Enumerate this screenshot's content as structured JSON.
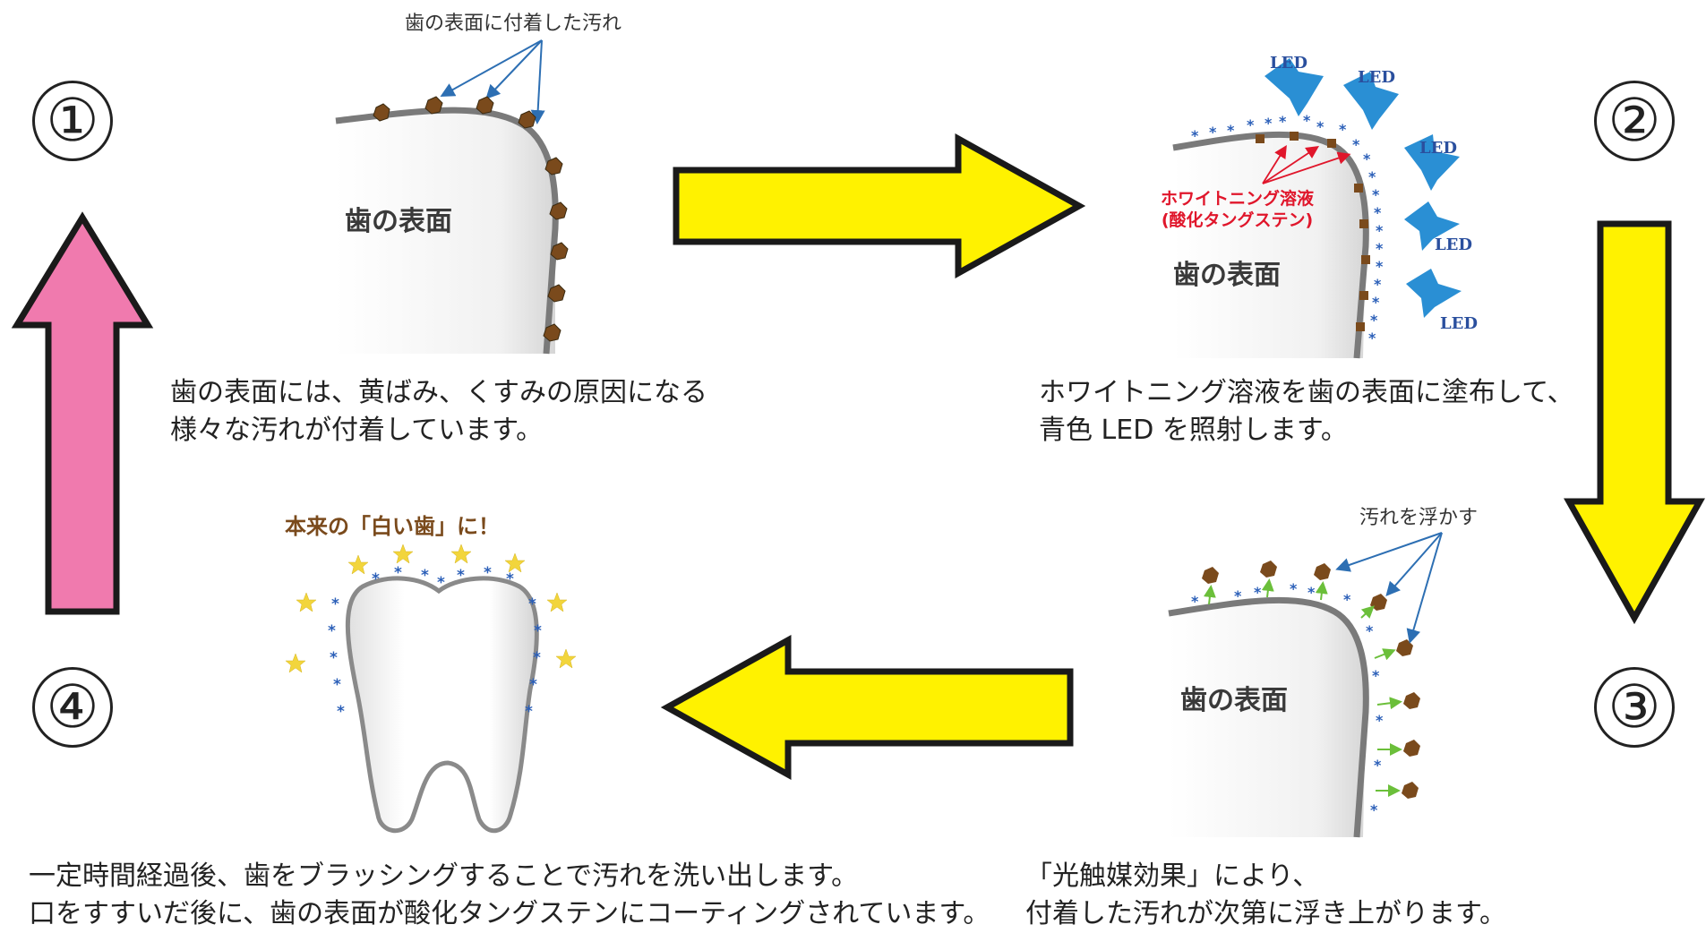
{
  "steps": [
    {
      "number": "①",
      "caption": "歯の表面には、黄ばみ、くすみの原因になる\n様々な汚れが付着しています。"
    },
    {
      "number": "②",
      "caption": "ホワイトニング溶液を歯の表面に塗布して、\n青色 LED を照射します。"
    },
    {
      "number": "③",
      "caption": "「光触媒効果」により、\n付着した汚れが次第に浮き上がります。"
    },
    {
      "number": "④",
      "caption": "一定時間経過後、歯をブラッシングすることで汚れを洗い出します。\n口をすすいだ後に、歯の表面が酸化タングステンにコーティングされています。"
    }
  ],
  "panel1": {
    "label": "歯の表面に付着した汚れ",
    "surface": "歯の表面"
  },
  "panel2": {
    "surface": "歯の表面",
    "solution": "ホワイトニング溶液\n(酸化タングステン)",
    "led": [
      "LED",
      "LED",
      "LED",
      "LED",
      "LED"
    ]
  },
  "panel3": {
    "label": "汚れを浮かす",
    "surface": "歯の表面"
  },
  "panel4": {
    "label": "本来の「白い歯」に！"
  },
  "colors": {
    "arrow_yellow": "#fff200",
    "arrow_pink": "#f07aae",
    "stain": "#7a4a1c",
    "led_blue": "#2a8fd4",
    "snow": "#2b5fb8",
    "star": "#f2d53c",
    "green_arrow": "#6bbf3a",
    "pointer_blue": "#2d6fb3",
    "red_text": "#e0162b"
  }
}
